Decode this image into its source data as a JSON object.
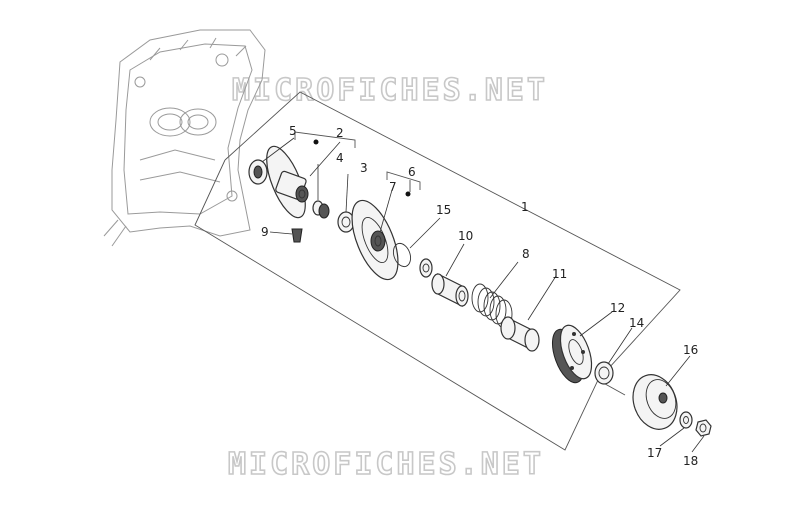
{
  "watermark": {
    "top": "MICROFICHES.NET",
    "bottom": "MICROFICHES.NET"
  },
  "callouts": [
    "1",
    "2",
    "3",
    "4",
    "5",
    "6",
    "7",
    "8",
    "9",
    "10",
    "11",
    "12",
    "14",
    "15",
    "16",
    "17",
    "18"
  ],
  "colors": {
    "line": "#333333",
    "watermark": "#c8c8c8",
    "background": "#ffffff"
  }
}
